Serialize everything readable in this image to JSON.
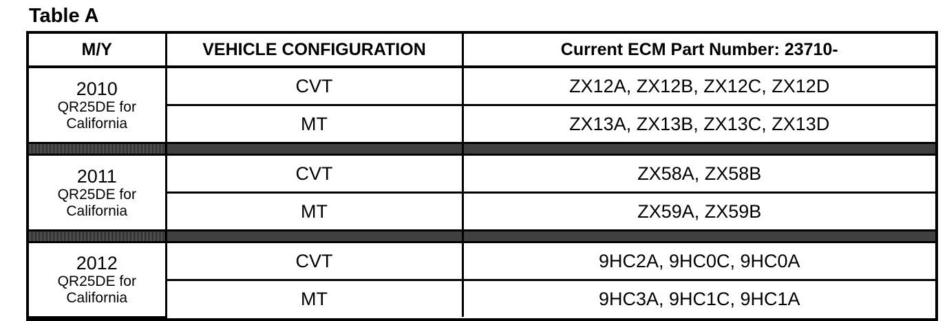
{
  "title": "Table A",
  "table": {
    "columns": [
      "M/Y",
      "VEHICLE CONFIGURATION",
      "Current ECM Part Number: 23710-"
    ],
    "groups": [
      {
        "year": "2010",
        "engine_note": "QR25DE for",
        "region_note": "California",
        "rows": [
          {
            "configuration": "CVT",
            "part_numbers": "ZX12A, ZX12B, ZX12C, ZX12D"
          },
          {
            "configuration": "MT",
            "part_numbers": "ZX13A, ZX13B, ZX13C, ZX13D"
          }
        ]
      },
      {
        "year": "2011",
        "engine_note": "QR25DE for",
        "region_note": "California",
        "rows": [
          {
            "configuration": "CVT",
            "part_numbers": "ZX58A, ZX58B"
          },
          {
            "configuration": "MT",
            "part_numbers": "ZX59A, ZX59B"
          }
        ]
      },
      {
        "year": "2012",
        "engine_note": "QR25DE for",
        "region_note": "California",
        "rows": [
          {
            "configuration": "CVT",
            "part_numbers": "9HC2A,  9HC0C,  9HC0A"
          },
          {
            "configuration": "MT",
            "part_numbers": "9HC3A,  9HC1C,  9HC1A"
          }
        ]
      }
    ]
  },
  "colors": {
    "ink": "#000000",
    "paper": "#ffffff"
  }
}
